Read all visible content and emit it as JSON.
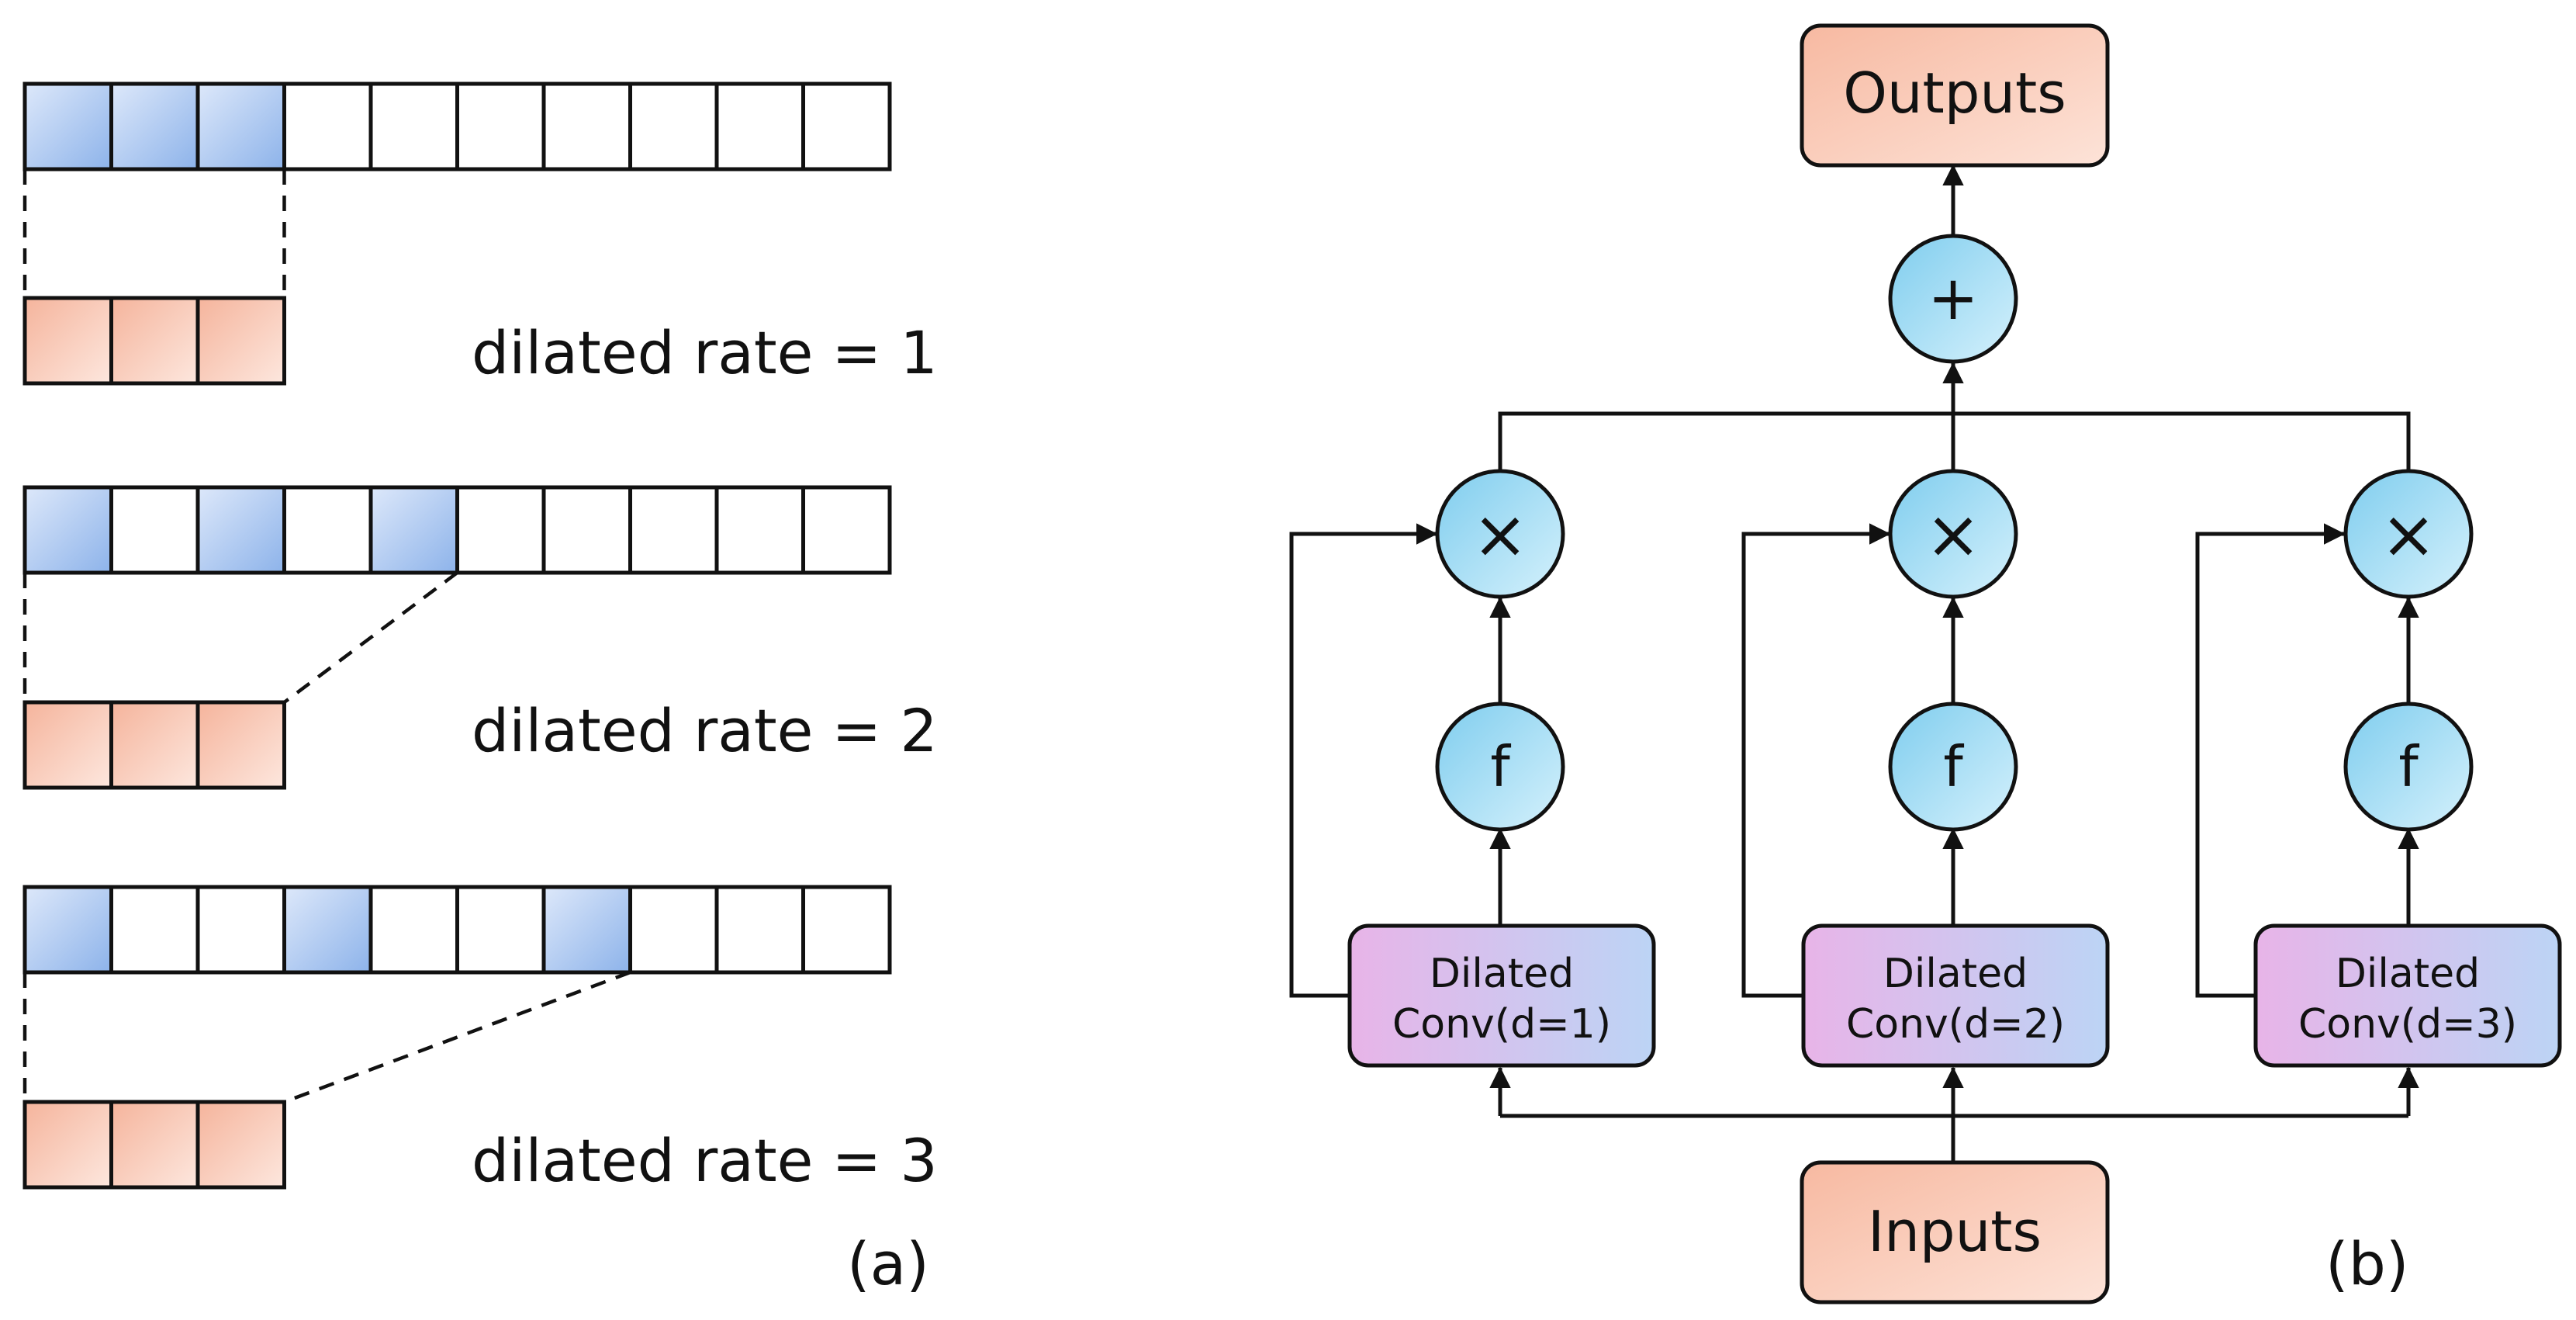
{
  "panel_a": {
    "rows": [
      {
        "rate_label": "dilated rate = 1",
        "rate": 1
      },
      {
        "rate_label": "dilated rate = 2",
        "rate": 2
      },
      {
        "rate_label": "dilated rate = 3",
        "rate": 3
      }
    ],
    "input_cells": 10,
    "kernel_cells": 3,
    "caption": "(a)"
  },
  "panel_b": {
    "outputs_label": "Outputs",
    "inputs_label": "Inputs",
    "sum_symbol": "+",
    "multiply_symbol": "×",
    "activation_symbol": "f",
    "branches": [
      {
        "line1": "Dilated",
        "line2": "Conv(d=1)"
      },
      {
        "line1": "Dilated",
        "line2": "Conv(d=2)"
      },
      {
        "line1": "Dilated",
        "line2": "Conv(d=3)"
      }
    ],
    "caption": "(b)"
  },
  "colors": {
    "input_active_light": "#dde8fa",
    "input_active_dark": "#8db3ea",
    "kernel_light": "#fde7de",
    "kernel_dark": "#f5b49c",
    "node_light": "#d5f1fc",
    "node_dark": "#7fcdee",
    "conv_left": "#e8b4e8",
    "conv_right": "#bcd4f5",
    "io_box": "#f9c8b3"
  }
}
